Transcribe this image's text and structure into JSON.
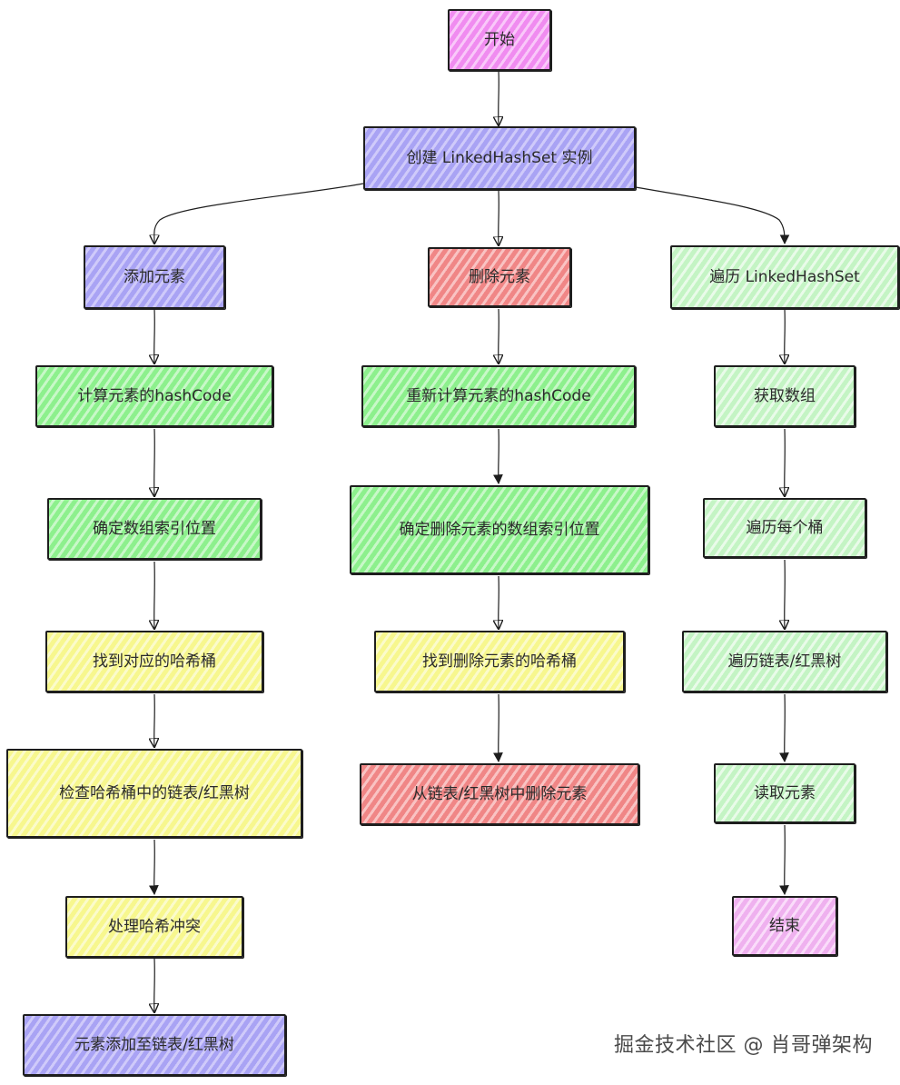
{
  "nodes": {
    "start": "开始",
    "create": "创建 LinkedHashSet 实例",
    "add": "添加元素",
    "remove": "删除元素",
    "iterate": "遍历 LinkedHashSet",
    "add_hash": "计算元素的hashCode",
    "add_index": "确定数组索引位置",
    "add_bucket": "找到对应的哈希桶",
    "add_check": "检查哈希桶中的链表/红黑树",
    "add_collision": "处理哈希冲突",
    "add_insert": "元素添加至链表/红黑树",
    "rm_hash": "重新计算元素的hashCode",
    "rm_index": "确定删除元素的数组索引位置",
    "rm_bucket": "找到删除元素的哈希桶",
    "rm_delete": "从链表/红黑树中删除元素",
    "it_array": "获取数组",
    "it_buckets": "遍历每个桶",
    "it_list": "遍历链表/红黑树",
    "it_read": "读取元素",
    "end": "结束"
  },
  "watermark": "掘金技术社区 @ 肖哥弹架构",
  "colors": {
    "pink": "#f08cf0",
    "purple": "#a9a3f4",
    "red": "#f08686",
    "green": "#8df08d",
    "light_green": "#c4f4c4",
    "yellow": "#f7f78e",
    "light_pink": "#efb1ef",
    "stroke": "#1e1e1e"
  }
}
